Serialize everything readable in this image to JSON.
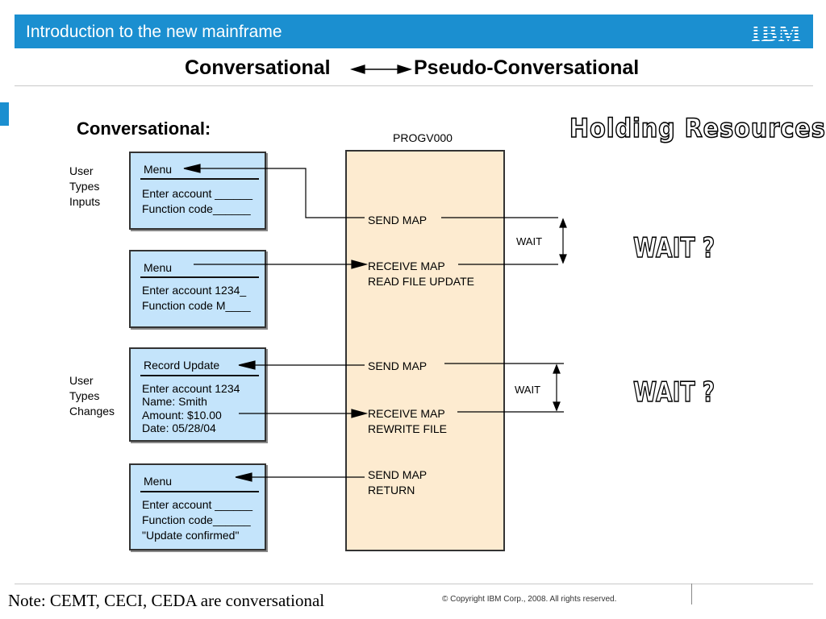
{
  "header": {
    "title": "Introduction to the new mainframe",
    "logo": "IBM"
  },
  "slide": {
    "title_left": "Conversational",
    "title_right": "Pseudo-Conversational",
    "heading": "Conversational:",
    "holding": "Holding Resources",
    "wait_callouts": [
      "WAIT ?",
      "WAIT ?"
    ]
  },
  "program": {
    "name": "PROGV000",
    "steps": [
      [
        "SEND MAP"
      ],
      [
        "RECEIVE MAP",
        "READ FILE UPDATE"
      ],
      [
        "SEND MAP"
      ],
      [
        "RECEIVE MAP",
        "REWRITE FILE"
      ],
      [
        "SEND MAP",
        "RETURN"
      ]
    ]
  },
  "user_labels": [
    [
      "User",
      "Types",
      "Inputs"
    ],
    [
      "User",
      "Types",
      "Changes"
    ]
  ],
  "wait_labels": [
    "WAIT",
    "WAIT"
  ],
  "screens": [
    {
      "header": "Menu",
      "lines": [
        "Enter account ______",
        "Function code______"
      ]
    },
    {
      "header": "Menu",
      "lines": [
        "Enter account  1234_",
        "Function code  M____"
      ]
    },
    {
      "header": "Record Update",
      "lines": [
        "Enter account  1234",
        "Name: Smith",
        "Amount: $10.00",
        "Date: 05/28/04"
      ]
    },
    {
      "header": "Menu",
      "lines": [
        "Enter account ______",
        "Function code______",
        "\"Update confirmed\""
      ]
    }
  ],
  "footer": {
    "note": "Note: CEMT, CECI, CEDA are conversational",
    "copyright": "© Copyright IBM Corp., 2008. All rights reserved."
  }
}
